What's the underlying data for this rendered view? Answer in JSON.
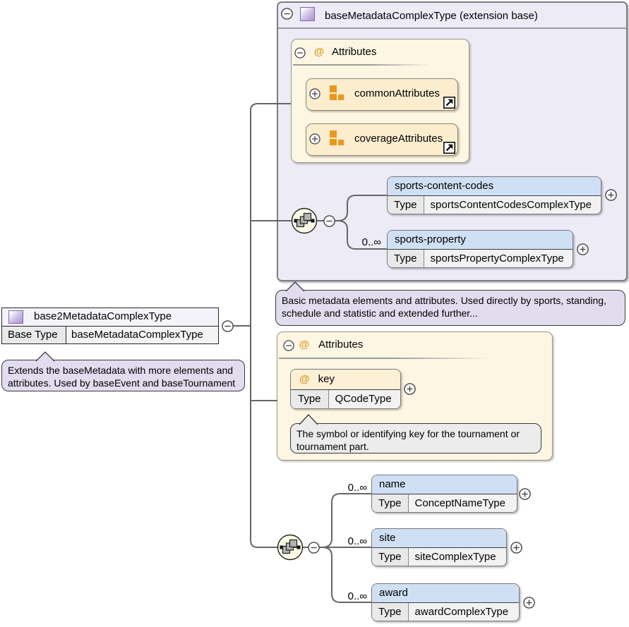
{
  "icons": {
    "at": "@"
  },
  "root_box": {
    "title": "base2MetadataComplexType",
    "base_type_label": "Base Type",
    "base_type_value": "baseMetadataComplexType",
    "note": {
      "line1": "Extends the baseMetadata with more elements and",
      "line2": "attributes. Used by baseEvent and baseTournament"
    }
  },
  "ext_panel": {
    "title": "baseMetadataComplexType (extension base)",
    "attributes": {
      "label": "Attributes",
      "groups": [
        {
          "name": "commonAttributes"
        },
        {
          "name": "coverageAttributes"
        }
      ]
    },
    "sequence": {
      "elements": [
        {
          "name": "sports-content-codes",
          "type_label": "Type",
          "type": "sportsContentCodesComplexType",
          "cardinality": ""
        },
        {
          "name": "sports-property",
          "type_label": "Type",
          "type": "sportsPropertyComplexType",
          "cardinality": "0..∞"
        }
      ]
    },
    "note": {
      "line1": "Basic metadata elements and attributes. Used directly by sports, standing,",
      "line2": "schedule and statistic and extended further..."
    }
  },
  "attr_panel": {
    "label": "Attributes",
    "key_attr": {
      "name": "key",
      "type_label": "Type",
      "type": "QCodeType",
      "note": {
        "line1": "The symbol or identifying key for the tournament or",
        "line2": "tournament part."
      }
    }
  },
  "seq2": {
    "elements": [
      {
        "name": "name",
        "type_label": "Type",
        "type": "ConceptNameType",
        "cardinality": "0..∞"
      },
      {
        "name": "site",
        "type_label": "Type",
        "type": "siteComplexType",
        "cardinality": "0..∞"
      },
      {
        "name": "award",
        "type_label": "Type",
        "type": "awardComplexType",
        "cardinality": "0..∞"
      }
    ]
  },
  "colors": {
    "element_header": "#cfe0f4",
    "attr_group_fill": "#fcedcf",
    "attr_header_fill": "#fcf0d6",
    "cream_panel": "#fdf6e3",
    "lavender_panel": "#edebf6",
    "note_lavender": "#e2dcef",
    "note_gray": "#ececec",
    "type_label_cell": "#e9e9e9",
    "orange_icon": "#e8991c",
    "purple_icon": "#ab93cf",
    "connector": "#666666"
  }
}
